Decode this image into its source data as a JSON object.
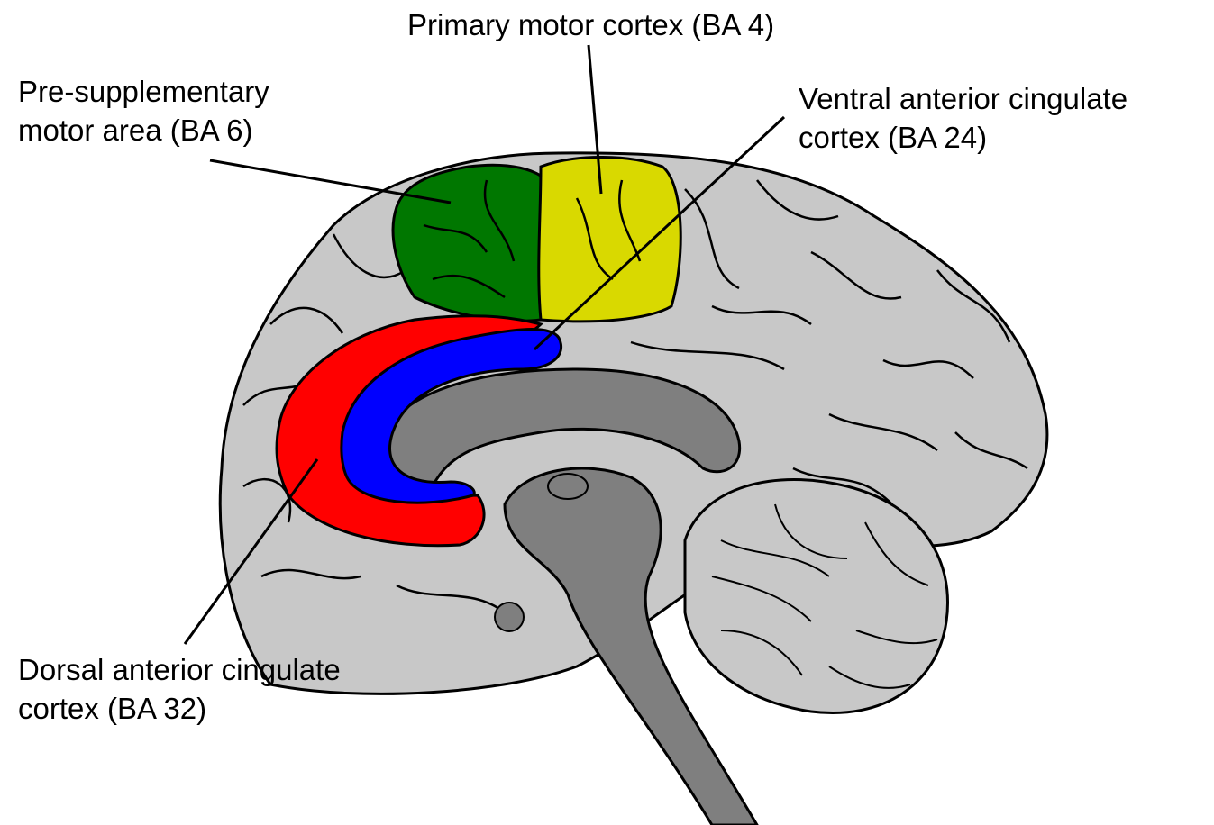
{
  "labels": {
    "primary_motor": [
      "Primary motor cortex (BA 4)"
    ],
    "pre_sma": [
      "Pre-supplementary",
      "motor area (BA 6)"
    ],
    "ventral_acc": [
      "Ventral anterior cingulate",
      "cortex (BA 24)"
    ],
    "dorsal_acc": [
      "Dorsal anterior cingulate",
      "cortex (BA 32)"
    ]
  },
  "colors": {
    "background": "#ffffff",
    "brain": "#c8c8c8",
    "brainstem": "#7f7f7f",
    "outline": "#000000",
    "pre_sma": "#007700",
    "primary_motor": "#d9d900",
    "dorsal_acc": "#ff0000",
    "ventral_acc": "#0000ff"
  }
}
